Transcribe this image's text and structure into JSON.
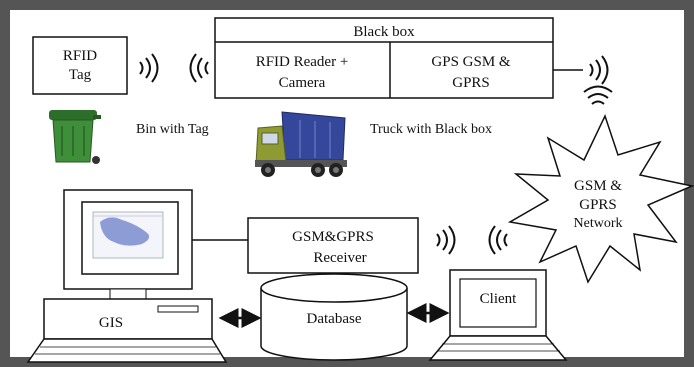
{
  "blackbox": {
    "title": "Black box",
    "reader_line1": "RFID Reader +",
    "reader_line2": "Camera",
    "gps_line1": "GPS GSM &",
    "gps_line2": "GPRS"
  },
  "rfid_tag": {
    "line1": "RFID",
    "line2": "Tag"
  },
  "captions": {
    "bin": "Bin with Tag",
    "truck": "Truck with Black box"
  },
  "network": {
    "line1": "GSM &",
    "line2": "GPRS",
    "line3": "Network"
  },
  "receiver": {
    "line1": "GSM&GPRS",
    "line2": "Receiver"
  },
  "gis": {
    "label": "GIS"
  },
  "database": {
    "label": "Database"
  },
  "client": {
    "label": "Client"
  },
  "colors": {
    "frame": "#555555",
    "bin_green": "#3f8f3a",
    "truck_blue": "#35479a",
    "truck_olive": "#8f9a33",
    "map_blue": "#8e9cd6"
  },
  "icons": [
    "signal-waves-icon",
    "bin-icon",
    "truck-icon",
    "monitor-icon",
    "laptop-icon"
  ]
}
